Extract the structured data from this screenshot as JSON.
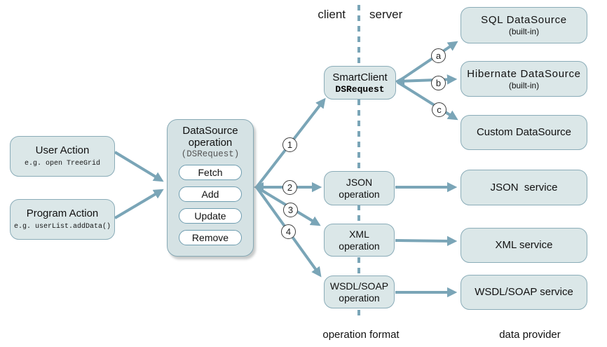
{
  "header": {
    "client": "client",
    "server": "server"
  },
  "footer": {
    "operation_format": "operation format",
    "data_provider": "data provider"
  },
  "colors": {
    "box_fill": "#dbe7e8",
    "datasource_box_fill": "#d5e2e4",
    "box_border": "#8aacb8",
    "pill_border": "#6f9db0",
    "arrow": "#7aa5b7",
    "divider": "#7aa5b7",
    "badge_border": "#3d3d3d"
  },
  "boxes": {
    "user_action": {
      "title": "User Action",
      "code": "e.g. open TreeGrid"
    },
    "program_action": {
      "title": "Program Action",
      "code": "e.g. userList.addData()"
    },
    "datasource_operation": {
      "title_line1": "DataSource",
      "title_line2": "operation",
      "code": "(DSRequest)",
      "pills": [
        "Fetch",
        "Add",
        "Update",
        "Remove"
      ]
    },
    "smartclient": {
      "title": "SmartClient",
      "code": "DSRequest"
    },
    "json_operation": {
      "line1": "JSON",
      "line2": "operation"
    },
    "xml_operation": {
      "line1": "XML",
      "line2": "operation"
    },
    "wsdl_operation": {
      "line1": "WSDL/SOAP",
      "line2": "operation"
    },
    "sql_datasource": {
      "title": "SQL DataSource",
      "subtitle": "(built-in)"
    },
    "hibernate_datasource": {
      "title": "Hibernate DataSource",
      "subtitle": "(built-in)"
    },
    "custom_datasource": {
      "title": "Custom DataSource"
    },
    "json_service": {
      "title": "JSON  service"
    },
    "xml_service": {
      "title": "XML service"
    },
    "wsdl_service": {
      "title": "WSDL/SOAP service"
    }
  },
  "badges": {
    "one": "1",
    "two": "2",
    "three": "3",
    "four": "4",
    "a": "a",
    "b": "b",
    "c": "c"
  }
}
